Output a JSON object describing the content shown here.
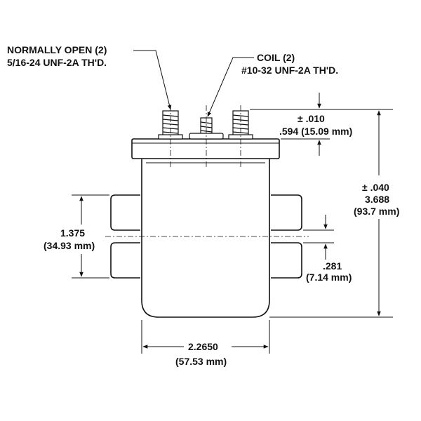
{
  "drawing": {
    "colors": {
      "line": "#111111",
      "background": "#ffffff"
    },
    "callouts": {
      "normally_open": {
        "line1": "NORMALLY OPEN (2)",
        "line2": "5/16-24 UNF-2A TH'D."
      },
      "coil": {
        "line1": "COIL (2)",
        "line2": "#10-32 UNF-2A TH'D."
      }
    },
    "dimensions": {
      "terminal_height": {
        "tolerance": "± .010",
        "value": ".594 (15.09 mm)"
      },
      "overall_height": {
        "tolerance": "± .040",
        "value": "3.688",
        "metric": "(93.7 mm)"
      },
      "bracket_span": {
        "value": "1.375",
        "metric": "(34.93 mm)"
      },
      "slot_width": {
        "value": ".281",
        "metric": "(7.14 mm)"
      },
      "body_width": {
        "value": "2.2650",
        "metric": "(57.53 mm)"
      }
    }
  }
}
